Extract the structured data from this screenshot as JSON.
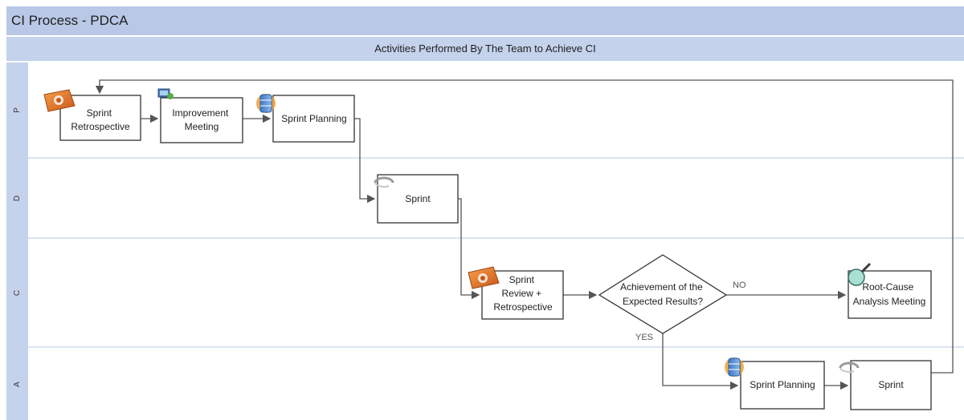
{
  "header": {
    "title": "CI Process - PDCA",
    "subtitle": "Activities Performed By The Team to Achieve CI"
  },
  "lanes": [
    {
      "label": "P"
    },
    {
      "label": "D"
    },
    {
      "label": "C"
    },
    {
      "label": "A"
    }
  ],
  "nodes": {
    "sprint_retrospective": [
      "Sprint",
      "Retrospective"
    ],
    "improvement_meeting": [
      "Improvement",
      "Meeting"
    ],
    "sprint_planning_p": [
      "Sprint Planning"
    ],
    "sprint_d": [
      "Sprint"
    ],
    "sprint_review": [
      "Sprint",
      "Review +",
      "Retrospective"
    ],
    "decision": [
      "Achievement of the",
      "Expected Results?"
    ],
    "root_cause": [
      "Root-Cause",
      "Analysis Meeting"
    ],
    "sprint_planning_a": [
      "Sprint Planning"
    ],
    "sprint_a": [
      "Sprint"
    ]
  },
  "edge_labels": {
    "no": "NO",
    "yes": "YES"
  },
  "colors": {
    "header_bg": "#b8c8e6",
    "lane_bg": "#c4d2ec",
    "connector": "#555555",
    "box_border": "#333333"
  },
  "icons": {
    "sprint_retrospective": "retrospective-gears-icon",
    "improvement_meeting": "meeting-computer-icon",
    "sprint_planning_p": "planning-database-icon",
    "sprint_d": "sprint-cycle-icon",
    "sprint_review": "retrospective-gears-icon",
    "root_cause": "magnifier-icon",
    "sprint_planning_a": "planning-database-icon",
    "sprint_a": "sprint-cycle-icon"
  }
}
